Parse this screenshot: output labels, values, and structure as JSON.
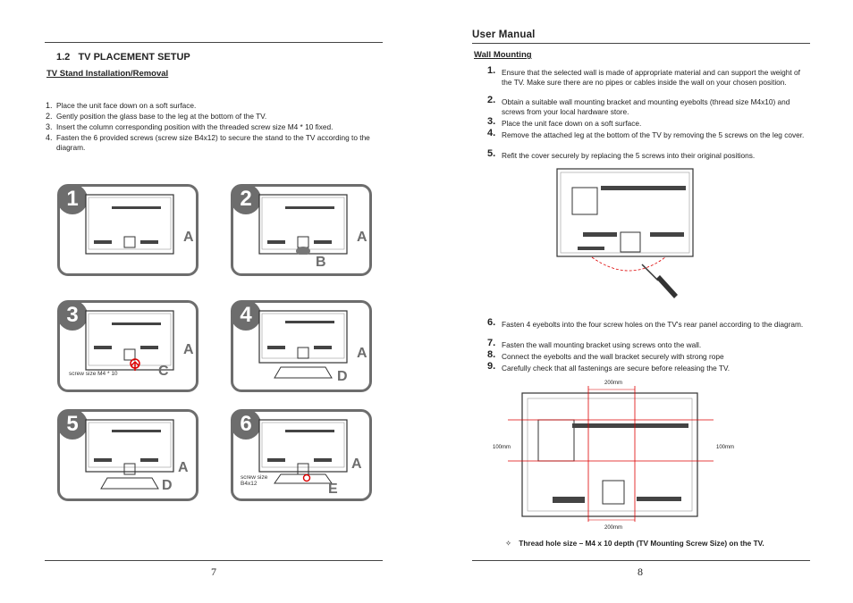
{
  "left_page": {
    "section_title": "1.2   TV PLACEMENT SETUP",
    "subsection": "TV Stand Installation/Removal",
    "steps": [
      {
        "num": "1.",
        "text": "Place the unit face down on a soft surface."
      },
      {
        "num": "2.",
        "text": "Gently position the glass base to the leg at the bottom of the TV."
      },
      {
        "num": "3.",
        "text": "Insert the column corresponding position with the threaded screw size M4 * 10 fixed."
      },
      {
        "num": "4.",
        "text": "Fasten the 6 provided screws (screw size B4x12) to secure the stand to the TV according to the diagram."
      }
    ],
    "figures": [
      {
        "badge": "1",
        "letters": [
          "A"
        ]
      },
      {
        "badge": "2",
        "letters": [
          "A",
          "B"
        ]
      },
      {
        "badge": "3",
        "letters": [
          "A",
          "C"
        ],
        "note": "screw size M4 * 10"
      },
      {
        "badge": "4",
        "letters": [
          "A",
          "D"
        ]
      },
      {
        "badge": "5",
        "letters": [
          "A",
          "D"
        ]
      },
      {
        "badge": "6",
        "letters": [
          "A",
          "E"
        ],
        "note": "screw size B4x12"
      }
    ],
    "page_number": "7"
  },
  "right_page": {
    "header": "User Manual",
    "subsection": "Wall Mounting",
    "steps_a": [
      {
        "num": "1.",
        "text": "Ensure that the selected wall is made of appropriate material and can support the weight of the TV. Make sure there are no pipes or cables inside the wall on your chosen position."
      },
      {
        "num": "2.",
        "text": "Obtain a suitable wall mounting bracket and mounting eyebolts (thread size M4x10) and screws from your local hardware store."
      },
      {
        "num": "3.",
        "text": "Place the unit face down on a soft surface."
      },
      {
        "num": "4.",
        "text": "Remove the attached leg at the bottom of the TV by removing the 5 screws on the leg cover."
      },
      {
        "num": "5.",
        "text": "Refit the cover securely by replacing the 5 screws into their original positions."
      }
    ],
    "steps_b": [
      {
        "num": "6.",
        "text": "Fasten 4 eyebolts into the four screw holes on the TV's rear panel according to the diagram."
      },
      {
        "num": "7.",
        "text": "Fasten the wall mounting bracket using screws onto the wall."
      },
      {
        "num": "8.",
        "text": "Connect the eyebolts and the wall bracket securely with strong rope"
      },
      {
        "num": "9.",
        "text": "Carefully check that all fastenings are secure before releasing the TV."
      }
    ],
    "dimensions": {
      "top": "200mm",
      "bottom": "200mm",
      "left": "100mm",
      "right": "100mm"
    },
    "note_bullet": "✧",
    "note": "Thread hole size – M4 x 10 depth (TV Mounting Screw Size) on the TV.",
    "page_number": "8"
  }
}
